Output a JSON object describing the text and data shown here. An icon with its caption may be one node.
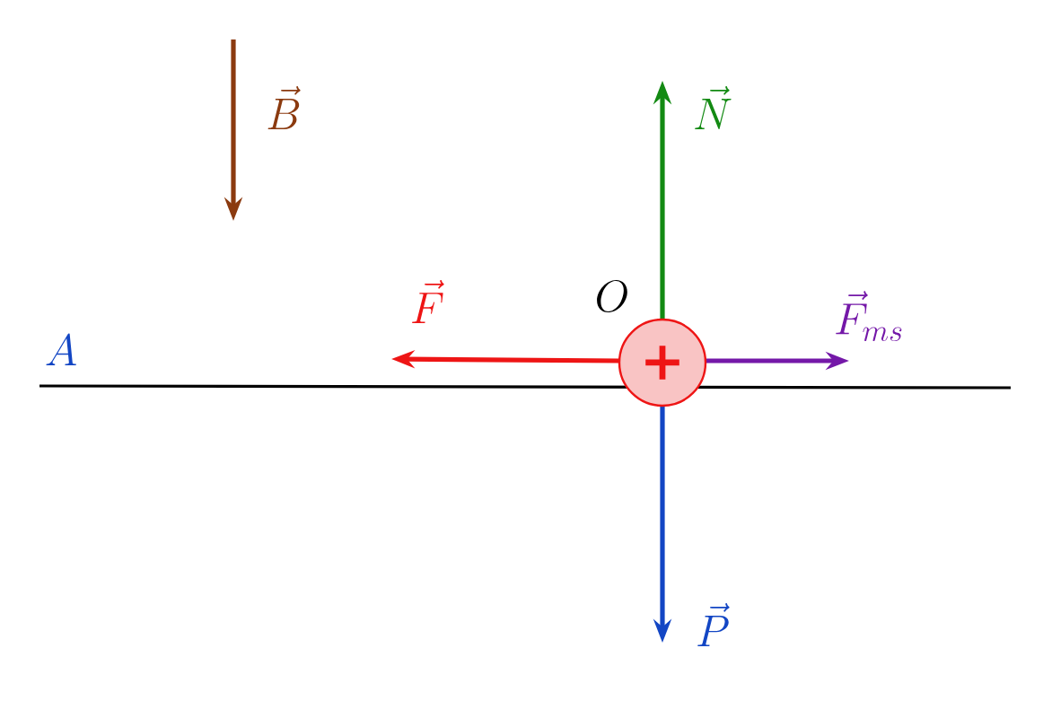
{
  "diagram": {
    "nodes": [
      {
        "text": [
          "+"
        ]
      }
    ],
    "labels": [
      "\\vec{B}",
      "\\vec{N}",
      "O",
      "\\vec{F}",
      "\\vec{F}_{ms}",
      "A",
      "\\vec{P}"
    ]
  }
}
